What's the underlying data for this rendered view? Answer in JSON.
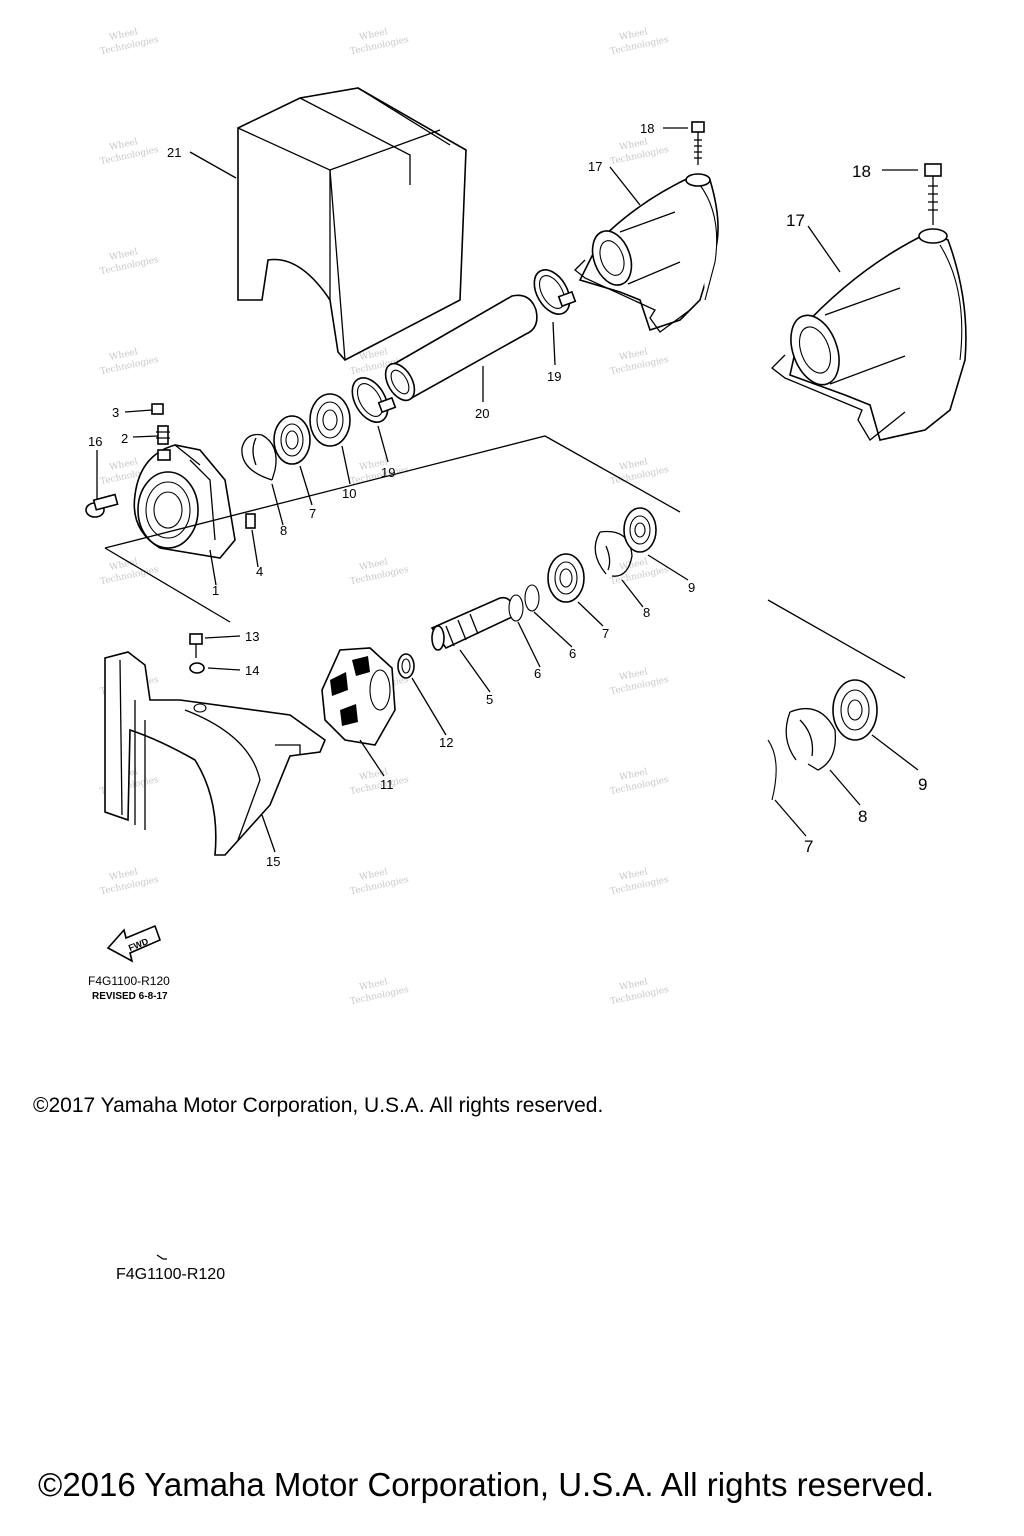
{
  "diagram": {
    "callouts": {
      "c1": "1",
      "c2": "2",
      "c3": "3",
      "c4": "4",
      "c5": "5",
      "c6a": "6",
      "c6b": "6",
      "c7a": "7",
      "c7b": "7",
      "c7c": "7",
      "c8a": "8",
      "c8b": "8",
      "c8c": "8",
      "c9a": "9",
      "c9b": "9",
      "c10": "10",
      "c11": "11",
      "c12": "12",
      "c13": "13",
      "c14": "14",
      "c15": "15",
      "c16": "16",
      "c17a": "17",
      "c17b": "17",
      "c18a": "18",
      "c18b": "18",
      "c19a": "19",
      "c19b": "19",
      "c20": "20",
      "c21": "21"
    },
    "fwd_label": "FWD",
    "drawing_code": "F4G1100-R120",
    "revision": "REVISED 6-8-17",
    "watermark": [
      "Wheel",
      "Technologies"
    ]
  },
  "copyright_2017": "©2017 Yamaha Motor Corporation, U.S.A. All rights reserved.",
  "drawing_code_lower": "F4G1100-R120",
  "copyright_2016": "©2016 Yamaha Motor Corporation, U.S.A. All rights reserved."
}
